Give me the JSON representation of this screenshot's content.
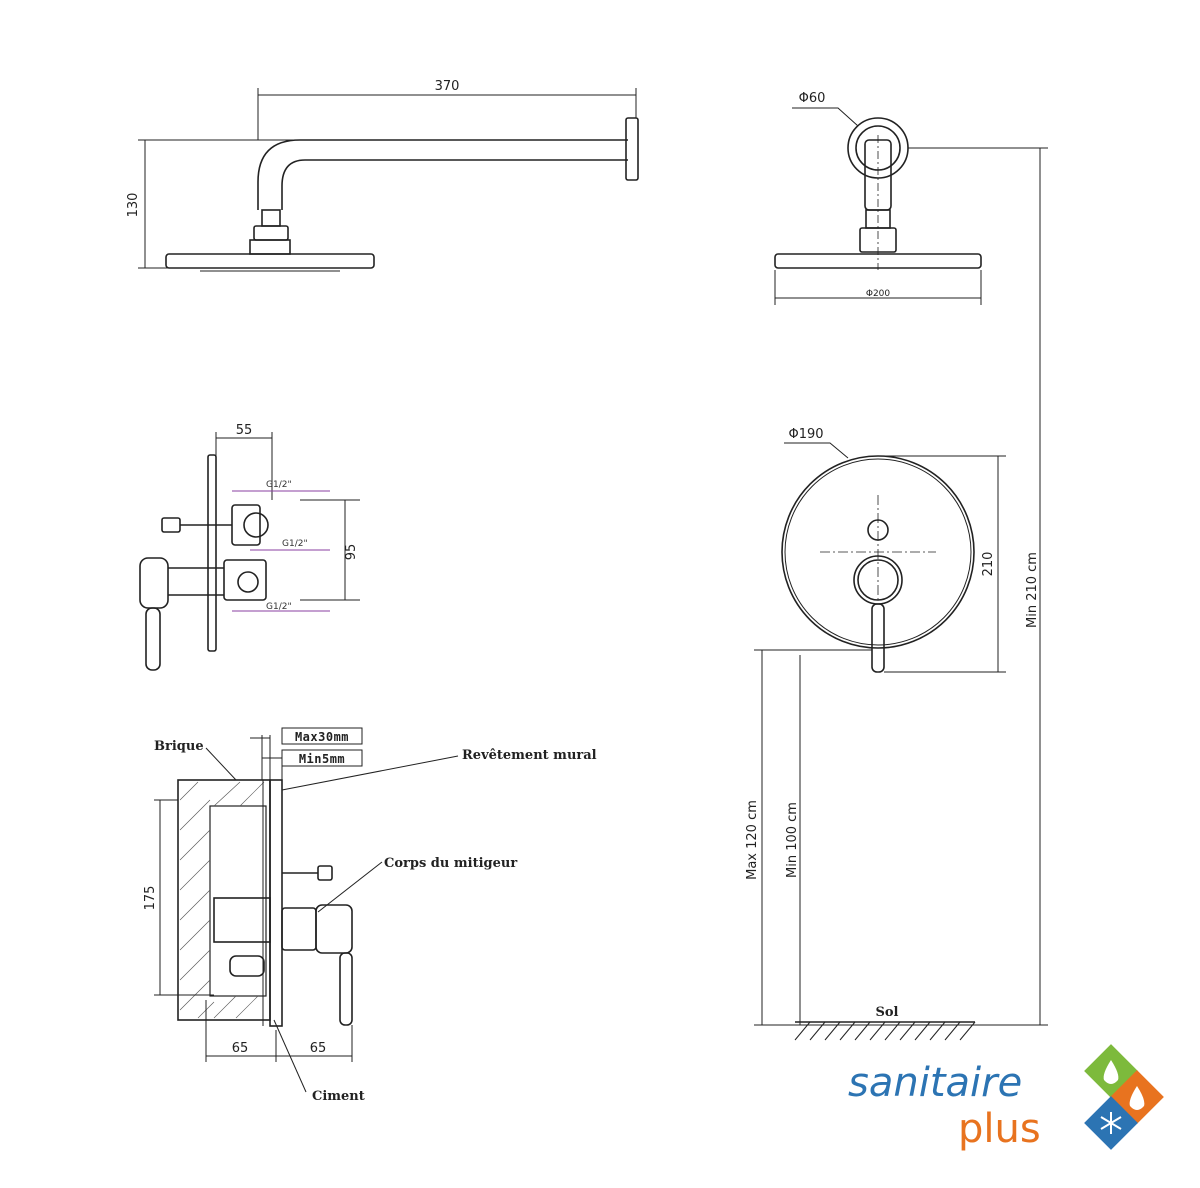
{
  "top_left": {
    "width": "370",
    "height": "130"
  },
  "top_right": {
    "arm_diameter": "Φ60",
    "head_diameter": "Φ200"
  },
  "mixer_side": {
    "depth": "55",
    "height": "95",
    "port_top": "G1/2\"",
    "port_middle": "G1/2\"",
    "port_bottom": "G1/2\""
  },
  "plate": {
    "diameter": "Φ190",
    "height": "210"
  },
  "install_section": {
    "label_brick": "Brique",
    "label_max": "Max30mm",
    "label_min": "Min5mm",
    "label_wall": "Revêtement mural",
    "label_body": "Corps du mitigeur",
    "label_cement": "Ciment",
    "height": "175",
    "left_depth": "65",
    "right_depth": "65"
  },
  "heights": {
    "max_mixer": "Max 120 cm",
    "min_mixer": "Min 100 cm",
    "min_head": "Min 210 cm",
    "floor": "Sol"
  },
  "logo": {
    "word1": "sanitaire",
    "word2": "plus",
    "colors": {
      "blue": "#2c74b3",
      "orange": "#e8731f",
      "green": "#7dba3c"
    }
  }
}
